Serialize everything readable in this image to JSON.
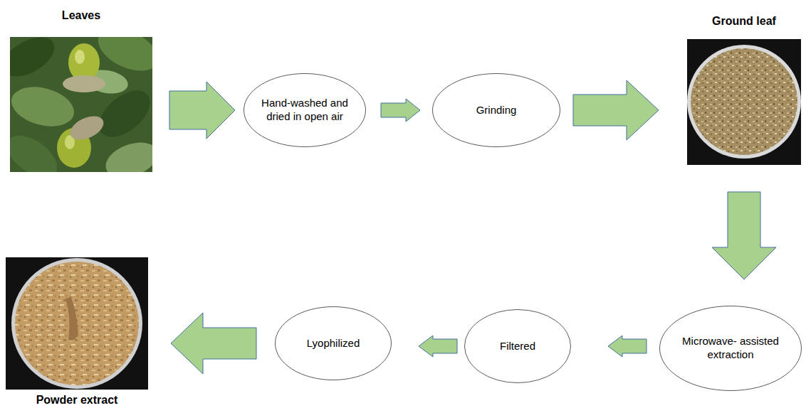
{
  "diagram": {
    "nodes": [
      {
        "text": [
          "Leaves"
        ]
      },
      {
        "text": [
          "Hand-washed and dried in open air"
        ]
      },
      {
        "text": [
          "Grinding"
        ]
      },
      {
        "text": [
          "Ground leaf"
        ]
      },
      {
        "text": [
          "Microwave- assisted extraction"
        ]
      },
      {
        "text": [
          "Filtered"
        ]
      },
      {
        "text": [
          "Lyophilized"
        ]
      },
      {
        "text": [
          "Powder extract"
        ]
      }
    ],
    "edges": [
      {
        "from": 0,
        "to": 1,
        "arrow": "to"
      },
      {
        "from": 1,
        "to": 2,
        "arrow": "to"
      },
      {
        "from": 2,
        "to": 3,
        "arrow": "to"
      },
      {
        "from": 3,
        "to": 4,
        "arrow": "to"
      },
      {
        "from": 4,
        "to": 5,
        "arrow": "to"
      },
      {
        "from": 5,
        "to": 6,
        "arrow": "to"
      },
      {
        "from": 6,
        "to": 7,
        "arrow": "to"
      }
    ]
  }
}
